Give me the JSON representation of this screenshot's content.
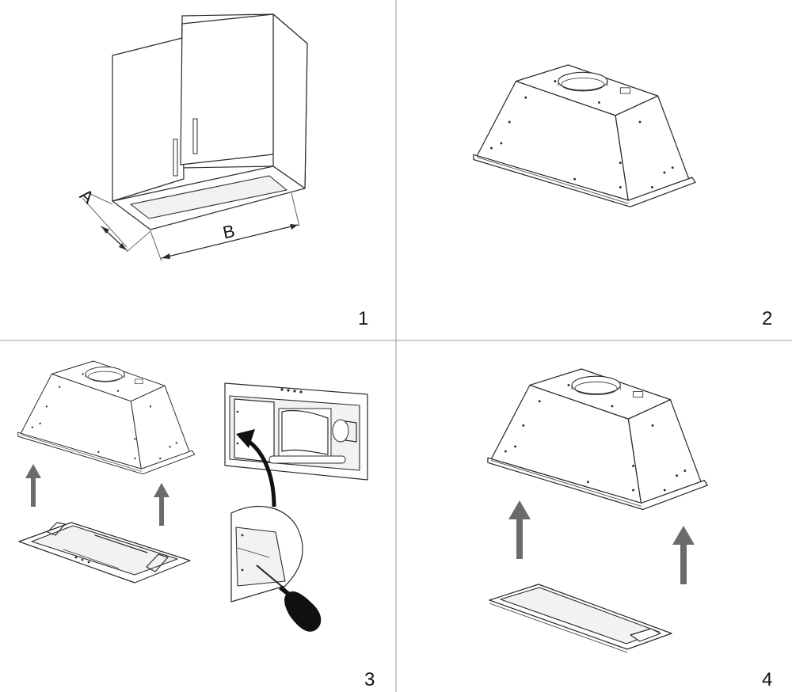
{
  "panels": [
    {
      "number": "1"
    },
    {
      "number": "2"
    },
    {
      "number": "3"
    },
    {
      "number": "4"
    }
  ],
  "dimensions": {
    "depth_label": "A",
    "width_label": "B"
  },
  "colors": {
    "line": "#2a2a2a",
    "divider": "#9a9a9a",
    "arrow": "#6b6b6b",
    "background": "#ffffff"
  },
  "icons": [
    "cabinet-diagram",
    "hood-unit",
    "filter-panel",
    "screwdriver",
    "up-arrow-icon",
    "curved-arrow-icon"
  ]
}
